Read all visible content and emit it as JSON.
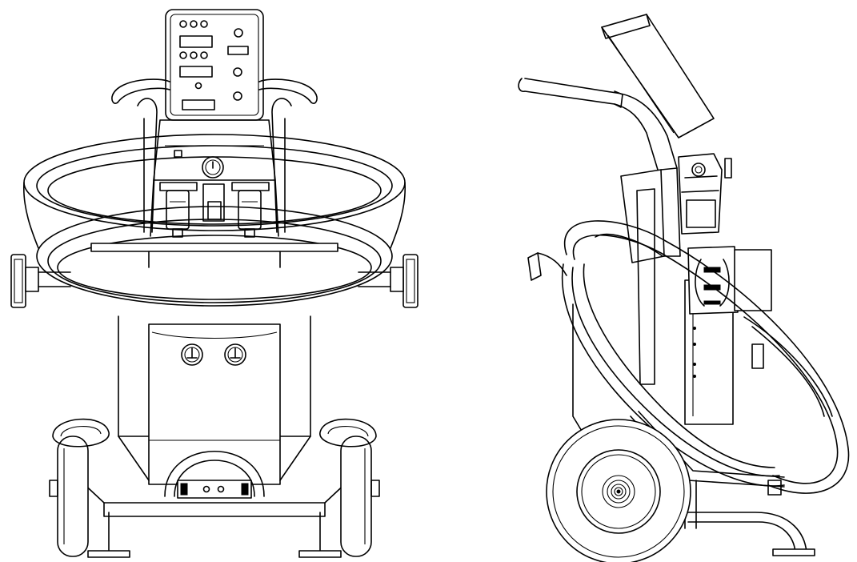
{
  "figure": {
    "views": [
      {
        "id": "front",
        "name": "front-view"
      },
      {
        "id": "side",
        "name": "side-view"
      }
    ],
    "colors": {
      "line": "#000000",
      "background": "#ffffff"
    }
  }
}
